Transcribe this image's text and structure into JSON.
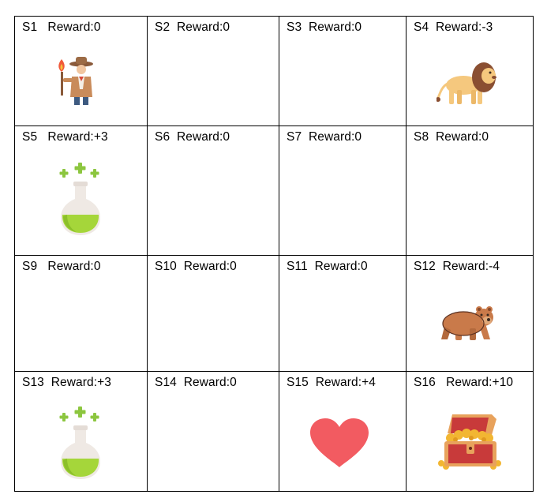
{
  "grid": {
    "rows": [
      [
        {
          "state": "S1",
          "reward": "Reward:0",
          "icon": "explorer-icon"
        },
        {
          "state": "S2",
          "reward": "Reward:0",
          "icon": ""
        },
        {
          "state": "S3",
          "reward": "Reward:0",
          "icon": ""
        },
        {
          "state": "S4",
          "reward": "Reward:-3",
          "icon": "lion-icon"
        }
      ],
      [
        {
          "state": "S5",
          "reward": "Reward:+3",
          "icon": "potion-icon"
        },
        {
          "state": "S6",
          "reward": "Reward:0",
          "icon": ""
        },
        {
          "state": "S7",
          "reward": "Reward:0",
          "icon": ""
        },
        {
          "state": "S8",
          "reward": "Reward:0",
          "icon": ""
        }
      ],
      [
        {
          "state": "S9",
          "reward": "Reward:0",
          "icon": ""
        },
        {
          "state": "S10",
          "reward": "Reward:0",
          "icon": ""
        },
        {
          "state": "S11",
          "reward": "Reward:0",
          "icon": ""
        },
        {
          "state": "S12",
          "reward": "Reward:-4",
          "icon": "bear-icon"
        }
      ],
      [
        {
          "state": "S13",
          "reward": "Reward:+3",
          "icon": "potion-icon"
        },
        {
          "state": "S14",
          "reward": "Reward:0",
          "icon": ""
        },
        {
          "state": "S15",
          "reward": "Reward:+4",
          "icon": "heart-icon"
        },
        {
          "state": "S16",
          "reward": "Reward:+10",
          "icon": "treasure-chest-icon"
        }
      ]
    ]
  },
  "colors": {
    "potion_liquid": "#a5d63a",
    "heart": "#f25b61",
    "lion_body": "#f5c87e",
    "lion_mane": "#8a4f32",
    "bear": "#c97a4a",
    "chest": "#c83a3a",
    "gold": "#f2b632"
  }
}
